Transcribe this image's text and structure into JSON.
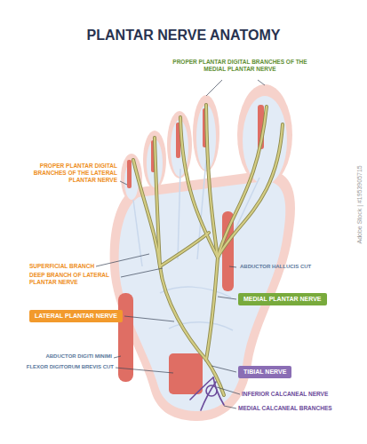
{
  "diagram": {
    "title": "PLANTAR NERVE ANATOMY",
    "nodes": [
      {
        "text": [
          "MEDIAL PLANTAR NERVE"
        ]
      },
      {
        "text": [
          "LATERAL PLANTAR NERVE"
        ]
      },
      {
        "text": [
          "TIBIAL NERVE"
        ]
      }
    ],
    "labels": [
      "PROPER PLANTAR DIGITAL BRANCHES OF THE MEDIAL PLANTAR NERVE",
      "PROPER PLANTAR DIGITAL BRANCHES OF THE LATERAL PLANTAR NERVE",
      "SUPERFICIAL BRANCH",
      "DEEP BRANCH OF LATERAL PLANTAR NERVE",
      "ABDUCTOR HALLUCIS CUT",
      "ABDUCTOR DIGITI MINIMI",
      "FLEXOR DIGITORUM BREVIS CUT",
      "INFERIOR CALCANEAL NERVE",
      "MEDIAL CALCANEAL BRANCHES",
      "Adobe Stock | #1953905715"
    ]
  }
}
